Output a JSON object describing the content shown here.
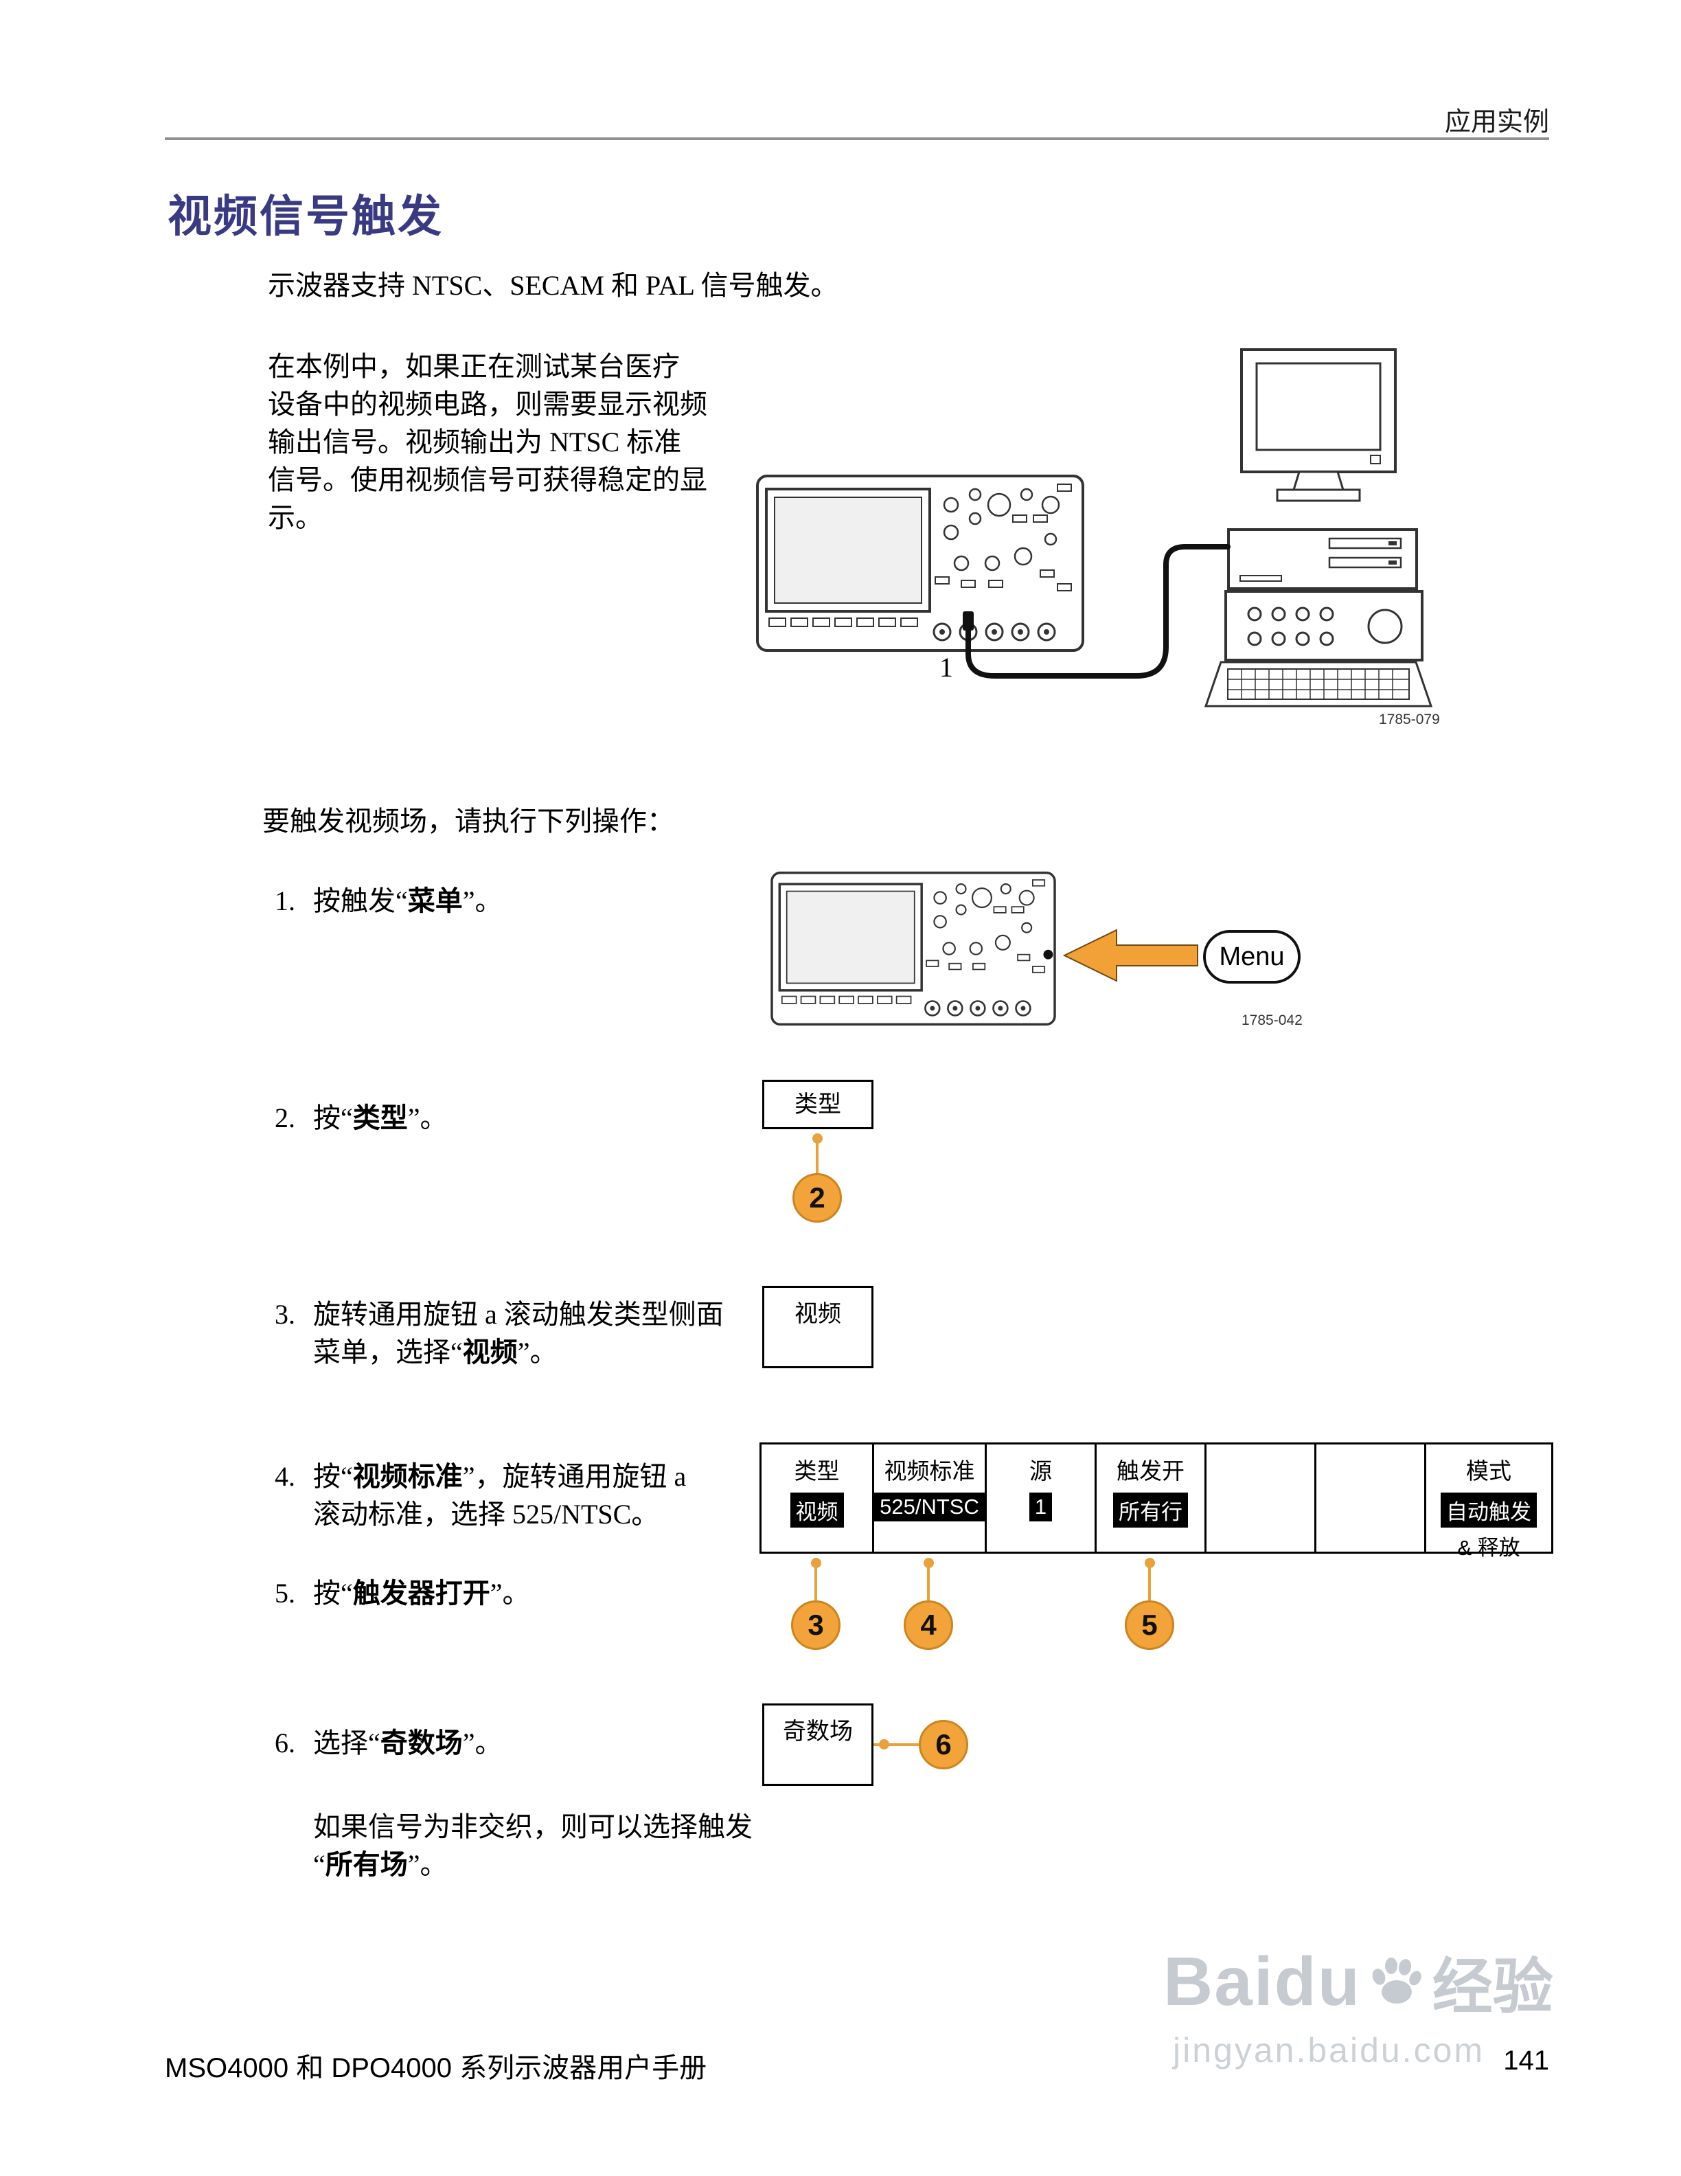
{
  "page": {
    "section_header": "应用实例",
    "title": "视频信号触发",
    "intro": "示波器支持 NTSC、SECAM 和 PAL 信号触发。",
    "footer": "MSO4000 和 DPO4000 系列示波器用户手册",
    "page_number": "141"
  },
  "example": {
    "line1": "在本例中，如果正在测试某台医疗",
    "line2": "设备中的视频电路，则需要显示视频",
    "line3": "输出信号。视频输出为 NTSC 标准",
    "line4": "信号。使用视频信号可获得稳定的显",
    "line5": "示。"
  },
  "figure": {
    "part_number": "1785-079"
  },
  "lead": "要触发视频场，请执行下列操作：",
  "callouts": {
    "c1": "1",
    "c2": "2",
    "c3": "3",
    "c4": "4",
    "c5": "5",
    "c6": "6"
  },
  "steps": {
    "s1": {
      "num": "1.",
      "pre": "按触发“",
      "bold": "菜单",
      "post": "”。",
      "button": "Menu",
      "part_number": "1785-042"
    },
    "s2": {
      "num": "2.",
      "pre": "按“",
      "bold": "类型",
      "post": "”。",
      "box": "类型"
    },
    "s3": {
      "num": "3.",
      "line1": "旋转通用旋钮 a 滚动触发类型侧面",
      "pre": "菜单，选择“",
      "bold": "视频",
      "post": "”。",
      "box": "视频"
    },
    "s4": {
      "num": "4.",
      "pre": "按“",
      "bold": "视频标准",
      "post": "”，旋转通用旋钮 a",
      "line2": "滚动标准，选择 525/NTSC。"
    },
    "s5": {
      "num": "5.",
      "pre": "按“",
      "bold": "触发器打开",
      "post": "”。"
    },
    "s6": {
      "num": "6.",
      "pre": "选择“",
      "bold": "奇数场",
      "post": "”。",
      "box": "奇数场"
    }
  },
  "menu": {
    "cells": [
      {
        "label": "类型",
        "value": "视频"
      },
      {
        "label": "视频标准",
        "value": "525/NTSC"
      },
      {
        "label": "源",
        "value": "1"
      },
      {
        "label": "触发开",
        "value": "所有行"
      },
      {
        "label": "",
        "value": ""
      },
      {
        "label": "",
        "value": ""
      },
      {
        "label": "模式",
        "value": "自动触发",
        "extra": "& 释放"
      }
    ]
  },
  "note": {
    "line1": "如果信号为非交织，则可以选择触发",
    "pre": "“",
    "bold": "所有场",
    "post": "”。"
  },
  "watermark": {
    "brand": "Baidu",
    "suffix": "经验",
    "url": "jingyan.baidu.com"
  }
}
